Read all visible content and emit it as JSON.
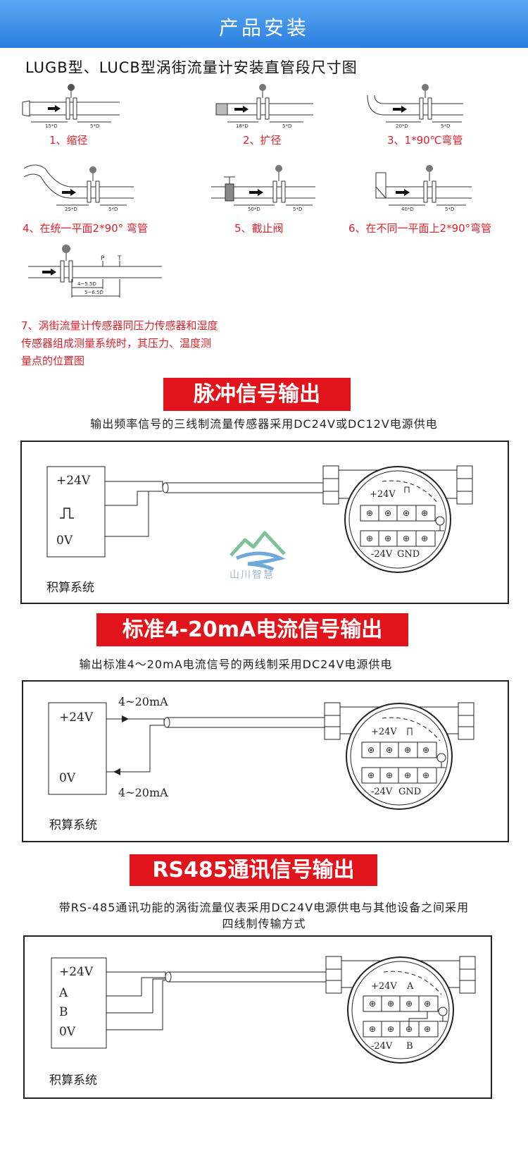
{
  "header": {
    "title": "产品安装"
  },
  "install": {
    "subtitle": "LUGB型、LUCB型涡街流量计安装直管段尺寸图",
    "figures": [
      {
        "caption": "1、缩径",
        "up": "15*D",
        "down": "5*D"
      },
      {
        "caption": "2、扩径",
        "up": "18*D",
        "down": "5*D"
      },
      {
        "caption": "3、1*90℃弯管",
        "up": "20*D",
        "down": "5*D"
      },
      {
        "caption": "4、在统一平面2*90° 弯管",
        "up": "25*D",
        "down": "5*D"
      },
      {
        "caption": "5、截止阀",
        "up": "50*D",
        "down": "5*D"
      },
      {
        "caption": "6、在不同一平面上2*90°弯管",
        "up": "40*D",
        "down": "5*D"
      },
      {
        "caption": "7、涡街流量计传感器同压力传感器和湿度传感器组成测量系统时，其压力、温度测量点的位置图",
        "dim1": "4~5.5D",
        "dim2": "5~6.5D",
        "p": "P",
        "t": "T"
      }
    ]
  },
  "pulse": {
    "title": "脉冲信号输出",
    "desc": "输出频率信号的三线制流量传感器采用DC24V或DC12V电源供电",
    "labels": {
      "v24": "+24V",
      "v0": "0V",
      "sys": "积算系统",
      "t_top": "+24V",
      "t_bottom": "-24V",
      "gnd": "GND"
    }
  },
  "current": {
    "title": "标准4-20mA电流信号输出",
    "desc": "输出标准4～20mA电流信号的两线制采用DC24V电源供电",
    "labels": {
      "v24": "+24V",
      "v0": "0V",
      "ma_top": "4~20mA",
      "ma_bottom": "4~20mA",
      "sys": "积算系统",
      "t_top": "+24V",
      "t_bottom": "-24V",
      "gnd": "GND"
    }
  },
  "rs485": {
    "title": "RS485通讯信号输出",
    "desc_line1": "带RS-485通讯功能的涡街流量仪表采用DC24V电源供电与其他设备之间采用",
    "desc_line2": "四线制传输方式",
    "labels": {
      "v24": "+24V",
      "a": "A",
      "b": "B",
      "v0": "0V",
      "sys": "积算系统",
      "t_top": "+24V",
      "t_a": "A",
      "t_bottom": "-24V",
      "t_b": "B"
    }
  },
  "watermark": {
    "text": "山川智慧"
  }
}
